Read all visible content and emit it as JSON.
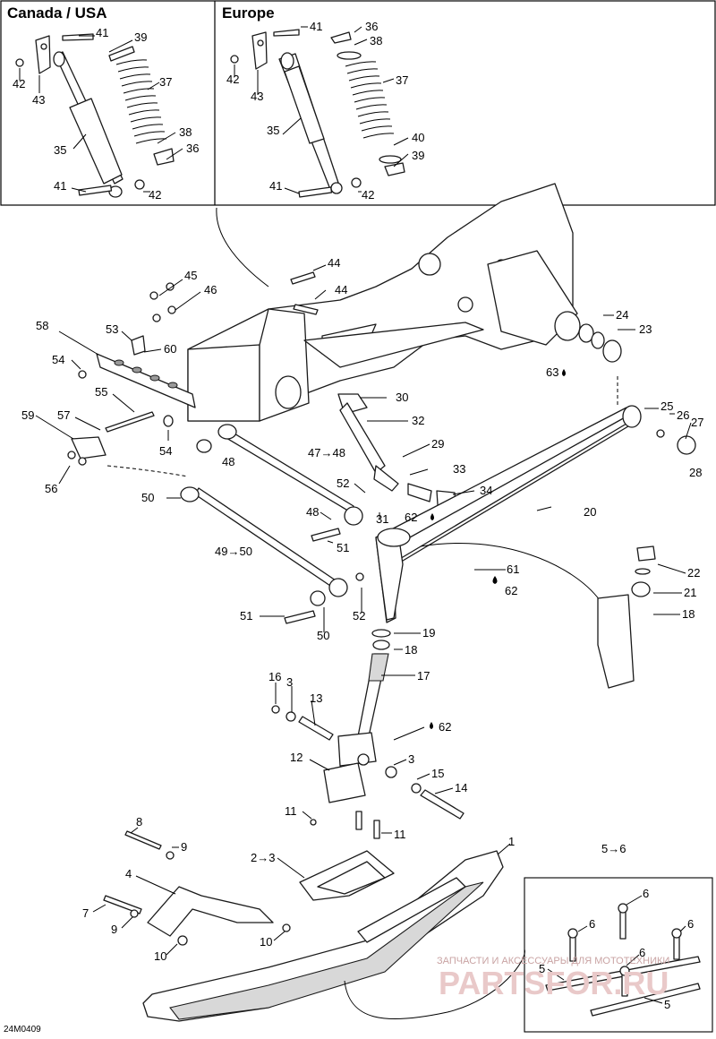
{
  "insets": [
    {
      "title": "Canada / USA"
    },
    {
      "title": "Europe"
    }
  ],
  "diagram_code": "24M0409",
  "watermark": {
    "line1": "ЗАПЧАСТИ И АКСЕССУАРЫ ДЛЯ МОТОТЕХНИКИ",
    "line2": "PARTSFOR.RU"
  },
  "labels": {
    "ca41a": "41",
    "ca39": "39",
    "ca42a": "42",
    "ca43": "43",
    "ca37": "37",
    "ca35": "35",
    "ca38": "38",
    "ca36": "36",
    "ca41b": "41",
    "ca42b": "42",
    "eu36": "36",
    "eu41a": "41",
    "eu38": "38",
    "eu42a": "42",
    "eu43": "43",
    "eu37": "37",
    "eu35": "35",
    "eu40": "40",
    "eu39": "39",
    "eu41b": "41",
    "eu42b": "42",
    "p44a": "44",
    "p44b": "44",
    "p45": "45",
    "p46": "46",
    "p58": "58",
    "p53": "53",
    "p60": "60",
    "p54a": "54",
    "p55": "55",
    "p59": "59",
    "p57": "57",
    "p54b": "54",
    "p56": "56",
    "p48a": "48",
    "p47": "47→48",
    "p30": "30",
    "p32": "32",
    "p29": "29",
    "p33": "33",
    "p34": "34",
    "p52a": "52",
    "p50a": "50",
    "p31": "31",
    "p62a": "62",
    "p48b": "48",
    "p51a": "51",
    "p49": "49→50",
    "p24": "24",
    "p23": "23",
    "p63": "63",
    "p25": "25",
    "p26": "26",
    "p27": "27",
    "p28": "28",
    "p20": "20",
    "p22": "22",
    "p61": "61",
    "p62b": "62",
    "p21": "21",
    "p18a": "18",
    "p51b": "51",
    "p52b": "52",
    "p50b": "50",
    "p19": "19",
    "p18b": "18",
    "p17": "17",
    "p16": "16",
    "p3a": "3",
    "p13": "13",
    "p62c": "62",
    "p12": "12",
    "p3b": "3",
    "p15": "15",
    "p14": "14",
    "p11a": "11",
    "p11b": "11",
    "p8": "8",
    "p9a": "9",
    "p2": "2→3",
    "p1": "1",
    "p4": "4",
    "p7": "7",
    "p9b": "9",
    "p10a": "10",
    "p10b": "10",
    "s56": "5→6",
    "s6a": "6",
    "s6b": "6",
    "s6c": "6",
    "s6d": "6",
    "s5a": "5",
    "s5b": "5"
  }
}
